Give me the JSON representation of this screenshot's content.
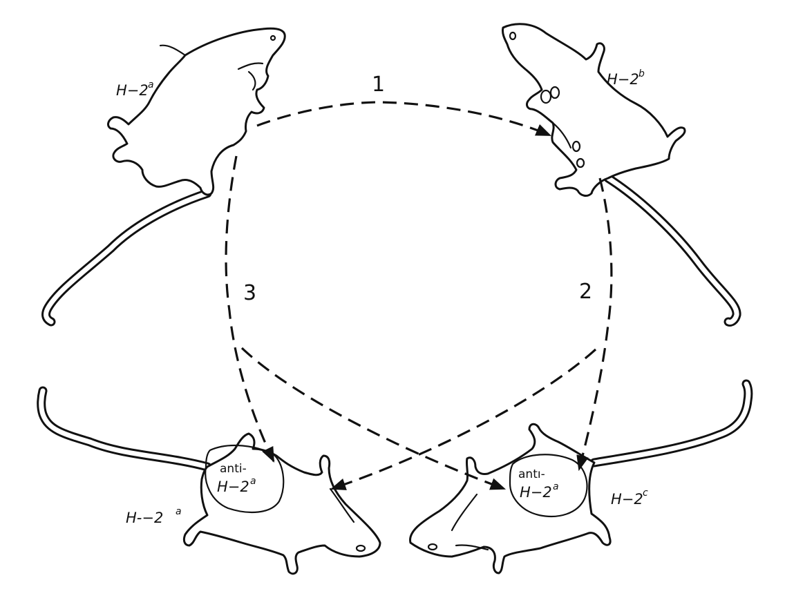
{
  "diagram": {
    "mice": {
      "top_left": {
        "strain": "H−2",
        "haplotype": "a"
      },
      "top_right": {
        "strain": "H−2",
        "haplotype": "b"
      },
      "bottom_left": {
        "strain": "H-−2",
        "haplotype": "a",
        "antiserum_label": "anti-",
        "antiserum_strain": "H−2",
        "antiserum_haplotype": "a"
      },
      "bottom_right": {
        "strain": "H−2",
        "haplotype": "c",
        "antiserum_label": "antı-",
        "antiserum_strain": "H−2",
        "antiserum_haplotype": "a"
      }
    },
    "steps": [
      "1",
      "2",
      "3"
    ]
  }
}
